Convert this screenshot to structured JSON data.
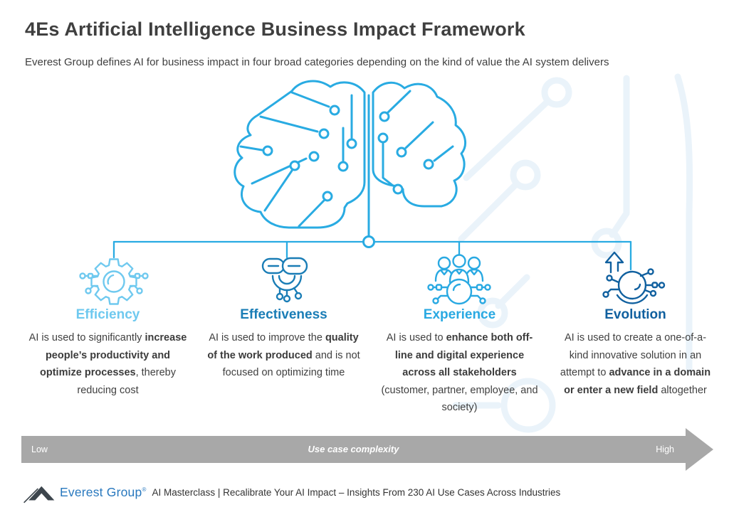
{
  "title": "4Es Artificial Intelligence Business Impact Framework",
  "subtitle": "Everest Group defines AI for business impact in four broad categories depending on the kind of value the AI system delivers",
  "colors": {
    "brain_stroke": "#29abe2",
    "connector_stroke": "#29abe2",
    "watermark": "#eaf3fa",
    "arrow_bar": "#a8a8a8",
    "title_text": "#3f3f3f",
    "body_text": "#404040",
    "logo_blue": "#2878be",
    "logo_peak": "#3d464d"
  },
  "categories": [
    {
      "label": "Efficiency",
      "color": "#6fc9ef",
      "icon": "gear-circuit-icon",
      "description": [
        {
          "text": "AI is used to significantly ",
          "bold": false
        },
        {
          "text": "increase people’s productivity and optimize processes",
          "bold": true
        },
        {
          "text": ", thereby reducing cost",
          "bold": false
        }
      ]
    },
    {
      "label": "Effectiveness",
      "color": "#1a7db6",
      "icon": "chain-circuit-icon",
      "description": [
        {
          "text": "AI is used to improve the ",
          "bold": false
        },
        {
          "text": "quality of the work produced",
          "bold": true
        },
        {
          "text": " and is not focused on optimizing time",
          "bold": false
        }
      ]
    },
    {
      "label": "Experience",
      "color": "#29a9e2",
      "icon": "people-circuit-icon",
      "description": [
        {
          "text": "AI is used to ",
          "bold": false
        },
        {
          "text": "enhance both off-line and digital experience across all stakeholders",
          "bold": true
        },
        {
          "text": " (customer, partner, employee, and society)",
          "bold": false
        }
      ]
    },
    {
      "label": "Evolution",
      "color": "#10609f",
      "icon": "arrow-up-circuit-icon",
      "description": [
        {
          "text": "AI is used to create a one-of-a-kind innovative solution in an attempt to ",
          "bold": false
        },
        {
          "text": "advance in a domain or enter a new field",
          "bold": true
        },
        {
          "text": " altogether",
          "bold": false
        }
      ]
    }
  ],
  "axis": {
    "left_label": "Low",
    "center_label": "Use case complexity",
    "right_label": "High"
  },
  "footer": {
    "logo_text": "Everest Group",
    "registered_mark": "®",
    "caption": "AI Masterclass | Recalibrate Your AI Impact – Insights From 230 AI Use Cases Across Industries"
  }
}
